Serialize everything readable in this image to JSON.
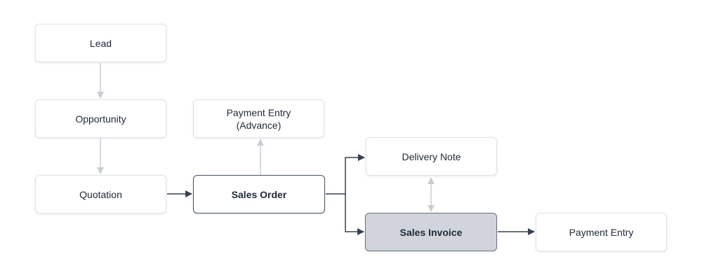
{
  "diagram": {
    "nodes": {
      "lead": "Lead",
      "opportunity": "Opportunity",
      "quotation": "Quotation",
      "payment_entry_advance": "Payment Entry\n(Advance)",
      "sales_order": "Sales Order",
      "delivery_note": "Delivery Note",
      "sales_invoice": "Sales Invoice",
      "payment_entry": "Payment Entry"
    },
    "edges": [
      {
        "from": "Lead",
        "to": "Opportunity",
        "style": "muted"
      },
      {
        "from": "Opportunity",
        "to": "Quotation",
        "style": "muted"
      },
      {
        "from": "Quotation",
        "to": "Sales Order",
        "style": "dark"
      },
      {
        "from": "Sales Order",
        "to": "Payment Entry (Advance)",
        "style": "muted"
      },
      {
        "from": "Sales Order",
        "to": "Delivery Note",
        "style": "dark"
      },
      {
        "from": "Sales Order",
        "to": "Sales Invoice",
        "style": "dark"
      },
      {
        "from": "Delivery Note",
        "to": "Sales Invoice",
        "style": "muted",
        "bidirectional": true
      },
      {
        "from": "Sales Invoice",
        "to": "Payment Entry",
        "style": "dark"
      }
    ],
    "highlighted_node": "Sales Invoice"
  },
  "colors": {
    "node_border": "#dfe3e8",
    "primary_border": "#4b5563",
    "highlight_fill": "#d1d5db",
    "muted_connector": "#c9ced6",
    "dark_connector": "#374151",
    "text": "#1f2937"
  }
}
